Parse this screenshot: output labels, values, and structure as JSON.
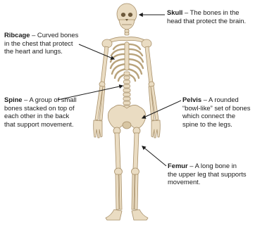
{
  "labels": {
    "skull": {
      "term": "Skull",
      "desc": "The bones in the head that protect the brain."
    },
    "ribcage": {
      "term": "Ribcage",
      "desc": "Curved bones in the chest that protect the heart and lungs."
    },
    "spine": {
      "term": "Spine",
      "desc": "A group of small bones stacked on top of each other in the back that support movement."
    },
    "pelvis": {
      "term": "Pelvis",
      "desc": "A rounded “bowl-like” set of bones which connect the spine to the legs."
    },
    "femur": {
      "term": "Femur",
      "desc": "A long bone in the upper leg that supports movement."
    }
  },
  "separator": " – ",
  "colors": {
    "bone": "#eadcc2",
    "bone_shadow": "#cdb892",
    "bone_edge": "#a8906a",
    "text": "#1b1b1b",
    "arrow": "#1b1b1b"
  }
}
